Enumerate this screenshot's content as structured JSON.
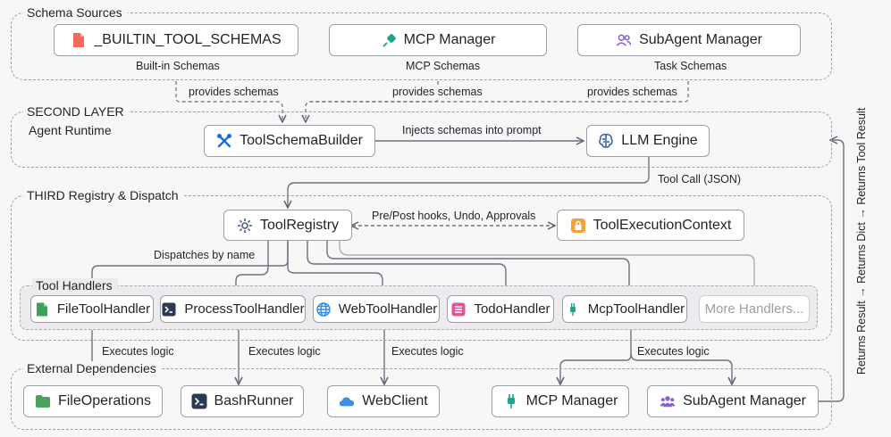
{
  "groups": {
    "schema_sources": "Schema Sources",
    "second_layer": "SECOND LAYER",
    "agent_runtime": "Agent Runtime",
    "third_layer": "THIRD Registry & Dispatch",
    "tool_handlers": "Tool Handlers",
    "external": "External Dependencies"
  },
  "sources": [
    {
      "label": "_BUILTIN_TOOL_SCHEMAS",
      "caption": "Built-in Schemas",
      "icon": "file-icon",
      "color": "#f26b5b"
    },
    {
      "label": "MCP Manager",
      "caption": "MCP Schemas",
      "icon": "plug-icon",
      "color": "#1fa58a"
    },
    {
      "label": "SubAgent Manager",
      "caption": "Task Schemas",
      "icon": "users-icon",
      "color": "#8b5fd1"
    }
  ],
  "provides": [
    "provides schemas",
    "provides schemas",
    "provides schemas"
  ],
  "runtime": {
    "builder": "ToolSchemaBuilder",
    "engine": "LLM Engine",
    "inject": "Injects schemas into prompt",
    "tool_call": "Tool Call (JSON)"
  },
  "registry": {
    "name": "ToolRegistry",
    "context": "ToolExecutionContext",
    "hooks": "Pre/Post hooks, Undo, Approvals",
    "dispatch": "Dispatches by name"
  },
  "handlers": [
    {
      "label": "FileToolHandler",
      "icon": "file-icon",
      "color": "#3ea05a"
    },
    {
      "label": "ProcessToolHandler",
      "icon": "terminal-icon",
      "color": "#2b3a52"
    },
    {
      "label": "WebToolHandler",
      "icon": "globe-icon",
      "color": "#2d8ee6"
    },
    {
      "label": "TodoHandler",
      "icon": "list-icon",
      "color": "#e0569b"
    },
    {
      "label": "McpToolHandler",
      "icon": "plug-icon",
      "color": "#1fa58a"
    },
    {
      "label": "More Handlers...",
      "icon": "",
      "color": "#9aa0a6"
    }
  ],
  "executes": [
    "Executes logic",
    "Executes logic",
    "Executes logic",
    "Executes logic"
  ],
  "dependencies": [
    {
      "label": "FileOperations",
      "icon": "folder-icon",
      "color": "#4aa35c"
    },
    {
      "label": "BashRunner",
      "icon": "terminal-icon",
      "color": "#2b3a52"
    },
    {
      "label": "WebClient",
      "icon": "cloud-icon",
      "color": "#3b8fe6"
    },
    {
      "label": "MCP Manager",
      "icon": "plug-icon",
      "color": "#1fa58a"
    },
    {
      "label": "SubAgent Manager",
      "icon": "users-icon",
      "color": "#8b5fd1"
    }
  ],
  "return_path": "Returns Result → Returns Dict → Returns Tool Result"
}
